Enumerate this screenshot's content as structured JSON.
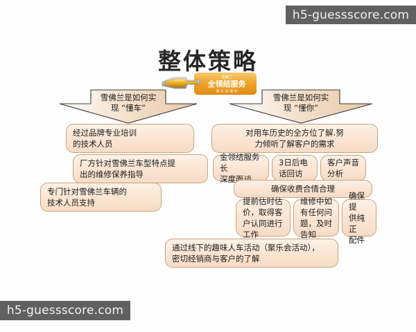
{
  "page": {
    "title": "整体策略",
    "background_color": "#fefefe"
  },
  "watermarks": {
    "top_right": "h5-guessscore.com",
    "bottom_left": "h5-guessscore.com",
    "background_color": "#606060",
    "text_color": "#f2f2f2"
  },
  "logo": {
    "brand": "雪佛兰",
    "service_name": "全领结服务",
    "tagline": "懂·车·更·懂·你",
    "bowtie_color": "#e8a317",
    "plate_color": "#f2a03c"
  },
  "colors": {
    "box_fill_top": "#fdf1e6",
    "box_fill_bottom": "#f6dcc6",
    "box_border": "#c9a27a",
    "arrow_fill": "#f3dcc4",
    "arrow_border": "#3a3a3a",
    "title_color": "#262626"
  },
  "branches": {
    "left": {
      "arrow_label": [
        "雪佛兰是如何实",
        "现 “懂车”"
      ],
      "items": [
        {
          "lines": [
            "经过品牌专业培训",
            "的技术人员"
          ]
        },
        {
          "lines": [
            "厂方针对雪佛兰车型特点提",
            "出的维修保养指导"
          ]
        },
        {
          "lines": [
            "专门针对雪佛兰车辆的",
            "技术人员支持"
          ]
        }
      ]
    },
    "right": {
      "arrow_label": [
        "雪佛兰是如何实",
        "现 “懂你”"
      ],
      "main": {
        "lines": [
          "对用车历史的全方位了解.努",
          "力倾听了解客户的需求"
        ]
      },
      "row_understand": [
        {
          "lines": [
            "金领结服务长",
            "深度面谈"
          ]
        },
        {
          "lines": [
            "3日后电",
            "话回访"
          ]
        },
        {
          "lines": [
            "客户声音",
            "分析"
          ]
        }
      ],
      "fee_header": {
        "lines": [
          "确保收费合情合理"
        ]
      },
      "row_fee": [
        {
          "lines": [
            "提前估时估",
            "价，取得客",
            "户认同进行",
            "工作"
          ]
        },
        {
          "lines": [
            "维修中如",
            "有任何问",
            "题，及时",
            "告知"
          ]
        },
        {
          "lines": [
            "确保提",
            "供纯正",
            "配件"
          ]
        }
      ]
    }
  },
  "bottom": {
    "lines": [
      "通过线下的趣味人车活动（聚乐会活动），",
      "密切经销商与客户的了解"
    ]
  }
}
